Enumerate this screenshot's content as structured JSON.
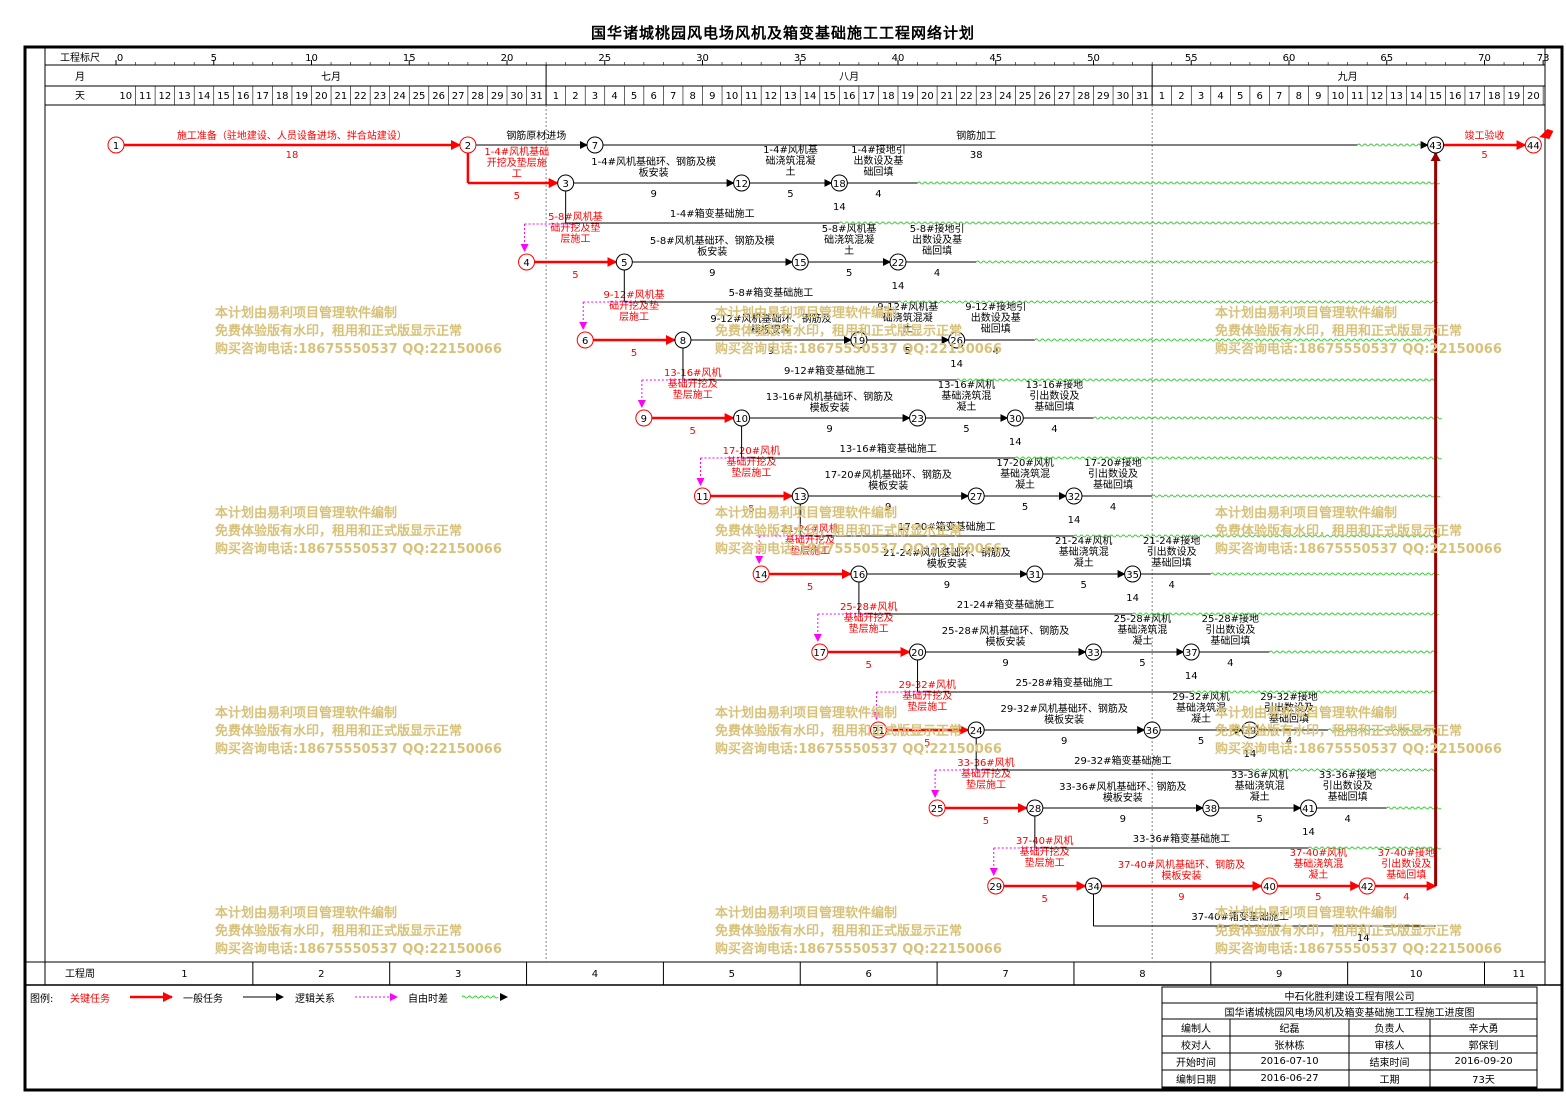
{
  "title": "国华诸城桃园风电场风机及箱变基础施工工程网络计划",
  "header": {
    "scale_label": "工程标尺",
    "month_label": "月",
    "day_label": "天",
    "week_label": "工程周",
    "scale_ticks": [
      "0",
      "5",
      "10",
      "15",
      "20",
      "25",
      "30",
      "35",
      "40",
      "45",
      "50",
      "55",
      "60",
      "65",
      "70",
      "73"
    ],
    "months": [
      "七月",
      "八月",
      "九月"
    ],
    "days_july": [
      "10",
      "11",
      "12",
      "13",
      "14",
      "15",
      "16",
      "17",
      "18",
      "19",
      "20",
      "21",
      "22",
      "23",
      "24",
      "25",
      "26",
      "27",
      "28",
      "29",
      "30",
      "31"
    ],
    "days_aug": [
      "1",
      "2",
      "3",
      "4",
      "5",
      "6",
      "7",
      "8",
      "9",
      "10",
      "11",
      "12",
      "13",
      "14",
      "15",
      "16",
      "17",
      "18",
      "19",
      "20",
      "21",
      "22",
      "23",
      "24",
      "25",
      "26",
      "27",
      "28",
      "29",
      "30",
      "31"
    ],
    "days_sep": [
      "1",
      "2",
      "3",
      "4",
      "5",
      "6",
      "7",
      "8",
      "9",
      "10",
      "11",
      "12",
      "13",
      "14",
      "15",
      "16",
      "17",
      "18",
      "19",
      "20"
    ],
    "weeks": [
      "1",
      "2",
      "3",
      "4",
      "5",
      "6",
      "7",
      "8",
      "9",
      "10",
      "11"
    ]
  },
  "activities": {
    "prep": "施工准备（驻地建设、人员设备进场、拌合站建设）",
    "prep_dur": "18",
    "rebar_in": "钢筋原材进场",
    "rebar_proc": "钢筋加工",
    "rebar_proc_dur": "38",
    "accept": "竣工验收",
    "accept_dur": "5",
    "groups": [
      {
        "dig": [
          "1-4#风机基础",
          "开挖及垫层施",
          "工"
        ],
        "ring": "1-4#风机基础环、钢筋及模",
        "ring2": "板安装",
        "pour": [
          "1-4#风机基",
          "础浇筑混凝",
          "土"
        ],
        "ground": [
          "1-4#接地引",
          "出数设及基",
          "础回填"
        ],
        "box": "1-4#箱变基础施工"
      },
      {
        "dig": [
          "5-8#风机基",
          "础开挖及垫",
          "层施工"
        ],
        "ring": "5-8#风机基础环、钢筋及模",
        "ring2": "板安装",
        "pour": [
          "5-8#风机基",
          "础浇筑混凝",
          "土"
        ],
        "ground": [
          "5-8#接地引",
          "出数设及基",
          "础回填"
        ],
        "box": "5-8#箱变基础施工"
      },
      {
        "dig": [
          "9-12#风机基",
          "础开挖及垫",
          "层施工"
        ],
        "ring": "9-12#风机基础环、钢筋及",
        "ring2": "模板安装",
        "pour": [
          "9-12#风机基",
          "础浇筑混凝",
          "土"
        ],
        "ground": [
          "9-12#接地引",
          "出数设及基",
          "础回填"
        ],
        "box": "9-12#箱变基础施工"
      },
      {
        "dig": [
          "13-16#风机",
          "基础开挖及",
          "垫层施工"
        ],
        "ring": "13-16#风机基础环、钢筋及",
        "ring2": "模板安装",
        "pour": [
          "13-16#风机",
          "基础浇筑混",
          "凝土"
        ],
        "ground": [
          "13-16#接地",
          "引出数设及",
          "基础回填"
        ],
        "box": "13-16#箱变基础施工"
      },
      {
        "dig": [
          "17-20#风机",
          "基础开挖及",
          "垫层施工"
        ],
        "ring": "17-20#风机基础环、钢筋及",
        "ring2": "模板安装",
        "pour": [
          "17-20#风机",
          "基础浇筑混",
          "凝土"
        ],
        "ground": [
          "17-20#接地",
          "引出数设及",
          "基础回填"
        ],
        "box": "17-20#箱变基础施工"
      },
      {
        "dig": [
          "21-24#风机",
          "基础开挖及",
          "垫层施工"
        ],
        "ring": "21-24#风机基础环、钢筋及",
        "ring2": "模板安装",
        "pour": [
          "21-24#风机",
          "基础浇筑混",
          "凝土"
        ],
        "ground": [
          "21-24#接地",
          "引出数设及",
          "基础回填"
        ],
        "box": "21-24#箱变基础施工"
      },
      {
        "dig": [
          "25-28#风机",
          "基础开挖及",
          "垫层施工"
        ],
        "ring": "25-28#风机基础环、钢筋及",
        "ring2": "模板安装",
        "pour": [
          "25-28#风机",
          "基础浇筑混",
          "凝土"
        ],
        "ground": [
          "25-28#接地",
          "引出数设及",
          "基础回填"
        ],
        "box": "25-28#箱变基础施工"
      },
      {
        "dig": [
          "29-32#风机",
          "基础开挖及",
          "垫层施工"
        ],
        "ring": "29-32#风机基础环、钢筋及",
        "ring2": "模板安装",
        "pour": [
          "29-32#风机",
          "基础浇筑混",
          "凝土"
        ],
        "ground": [
          "29-32#接地",
          "引出数设及",
          "基础回填"
        ],
        "box": "29-32#箱变基础施工"
      },
      {
        "dig": [
          "33-36#风机",
          "基础开挖及",
          "垫层施工"
        ],
        "ring": "33-36#风机基础环、钢筋及",
        "ring2": "模板安装",
        "pour": [
          "33-36#风机",
          "基础浇筑混",
          "凝土"
        ],
        "ground": [
          "33-36#接地",
          "引出数设及",
          "基础回填"
        ],
        "box": "33-36#箱变基础施工"
      },
      {
        "dig": [
          "37-40#风机",
          "基础开挖及",
          "垫层施工"
        ],
        "ring": "37-40#风机基础环、钢筋及",
        "ring2": "模板安装",
        "pour": [
          "37-40#风机",
          "基础浇筑混",
          "凝土"
        ],
        "ground": [
          "37-40#接地",
          "引出数设及",
          "基础回填"
        ],
        "box": "37-40#箱变基础施工"
      }
    ],
    "dur_dig": "5",
    "dur_ring": "9",
    "dur_pour": "5",
    "dur_ground": "4",
    "dur_box": "14"
  },
  "watermark": {
    "line1": "本计划由易利项目管理软件编制",
    "line2": "免费体验版有水印，租用和正式版显示正常",
    "line3": "购买咨询电话:18675550537 QQ:22150066"
  },
  "legend": {
    "title": "图例:",
    "critical": "关键任务",
    "normal": "一般任务",
    "logic": "逻辑关系",
    "float": "自由时差"
  },
  "info": {
    "company": "中石化胜利建设工程有限公司",
    "project": "国华诸城桃园风电场风机及箱变基础施工工程施工进度图",
    "rows": [
      [
        "编制人",
        "纪磊",
        "负责人",
        "辛大勇"
      ],
      [
        "校对人",
        "张林栋",
        "审核人",
        "郭保钊"
      ],
      [
        "开始时间",
        "2016-07-10",
        "结束时间",
        "2016-09-20"
      ],
      [
        "编制日期",
        "2016-06-27",
        "工期",
        "73天"
      ]
    ]
  },
  "colors": {
    "critical": "#ff0000",
    "normal": "#000000",
    "logic": "#ff00ff",
    "float": "#33cc33",
    "watermark": "#d8c27a",
    "dark_red": "#990000"
  }
}
